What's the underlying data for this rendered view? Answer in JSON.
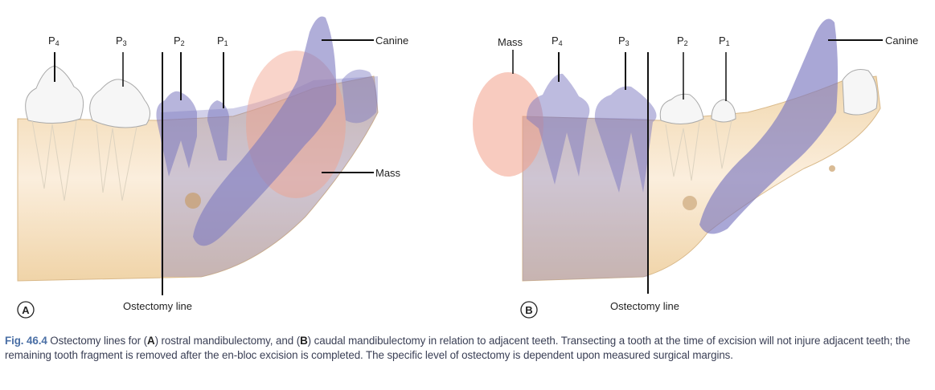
{
  "figure": {
    "panel_a": {
      "marker": "A",
      "teeth": [
        {
          "letter": "P",
          "sub": "4"
        },
        {
          "letter": "P",
          "sub": "3"
        },
        {
          "letter": "P",
          "sub": "2"
        },
        {
          "letter": "P",
          "sub": "1"
        }
      ],
      "canine": "Canine",
      "mass": "Mass",
      "ostectomy": "Ostectomy line"
    },
    "panel_b": {
      "marker": "B",
      "mass": "Mass",
      "teeth": [
        {
          "letter": "P",
          "sub": "4"
        },
        {
          "letter": "P",
          "sub": "3"
        },
        {
          "letter": "P",
          "sub": "2"
        },
        {
          "letter": "P",
          "sub": "1"
        }
      ],
      "canine": "Canine",
      "ostectomy": "Ostectomy line"
    }
  },
  "caption": {
    "fig_number": "Fig. 46.4",
    "t1": " Ostectomy lines for (",
    "a": "A",
    "t2": ") rostral mandibulectomy, and (",
    "b": "B",
    "t3": ") caudal mandibulectomy in relation to adjacent teeth. Transecting a tooth at the time of excision will not injure adjacent teeth; the remaining tooth fragment is removed after the en-bloc excision is completed. The specific level of ostectomy is dependent upon measured surgical margins."
  },
  "colors": {
    "bone": "#f3dcb8",
    "resected": "#7b78c0",
    "mass": "#f2a08a"
  }
}
